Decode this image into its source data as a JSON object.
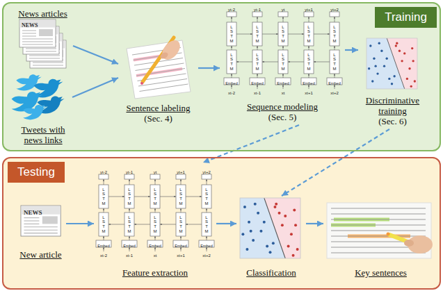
{
  "diagram": {
    "nodes": [
      {
        "text": [
          "Training"
        ]
      },
      {
        "text": [
          "News articles"
        ],
        "in": 0
      },
      {
        "text": [
          "Tweets with news links"
        ],
        "in": 0
      },
      {
        "text": [
          "Sentence labeling",
          "(Sec. 4)"
        ],
        "in": 0
      },
      {
        "text": [
          "Sequence modeling",
          "(Sec. 5)"
        ],
        "in": 0
      },
      {
        "text": [
          "Discriminative training",
          "(Sec. 6)"
        ],
        "in": 0
      },
      {
        "text": [
          "Testing"
        ]
      },
      {
        "text": [
          "New article"
        ],
        "in": 6
      },
      {
        "text": [
          "Feature extraction"
        ],
        "in": 6
      },
      {
        "text": [
          "Classification"
        ],
        "in": 6
      },
      {
        "text": [
          "Key sentences"
        ],
        "in": 6
      }
    ],
    "edges": [
      {
        "from": 1,
        "to": 3,
        "arrow": "to"
      },
      {
        "from": 2,
        "to": 3,
        "arrow": "to"
      },
      {
        "from": 3,
        "to": 4,
        "arrow": "to"
      },
      {
        "from": 4,
        "to": 5,
        "arrow": "to"
      },
      {
        "from": 4,
        "to": 8,
        "arrow": "to"
      },
      {
        "from": 5,
        "to": 9,
        "arrow": "to"
      },
      {
        "from": 7,
        "to": 8,
        "arrow": "to"
      },
      {
        "from": 8,
        "to": 9,
        "arrow": "to"
      },
      {
        "from": 9,
        "to": 10,
        "arrow": "to"
      }
    ],
    "labels": [
      "NEWS",
      "yt-2",
      "yt-1",
      "yt",
      "yt+1",
      "yt+2",
      "LSTM",
      "LSTM",
      "LSTM",
      "LSTM",
      "LSTM",
      "LSTM",
      "LSTM",
      "LSTM",
      "LSTM",
      "LSTM",
      "Embed",
      "Embed",
      "Embed",
      "Embed",
      "Embed",
      "xt-2",
      "xt-1",
      "xt",
      "xt+1",
      "xt+2",
      "NEWS",
      "yt-2",
      "yt-1",
      "yt",
      "yt+1",
      "yt+2",
      "LSTM",
      "LSTM",
      "LSTM",
      "LSTM",
      "LSTM",
      "LSTM",
      "LSTM",
      "LSTM",
      "LSTM",
      "LSTM",
      "Embed",
      "Embed",
      "Embed",
      "Embed",
      "Embed",
      "xt-2",
      "xt-1",
      "xt",
      "xt+1",
      "xt+2"
    ]
  }
}
